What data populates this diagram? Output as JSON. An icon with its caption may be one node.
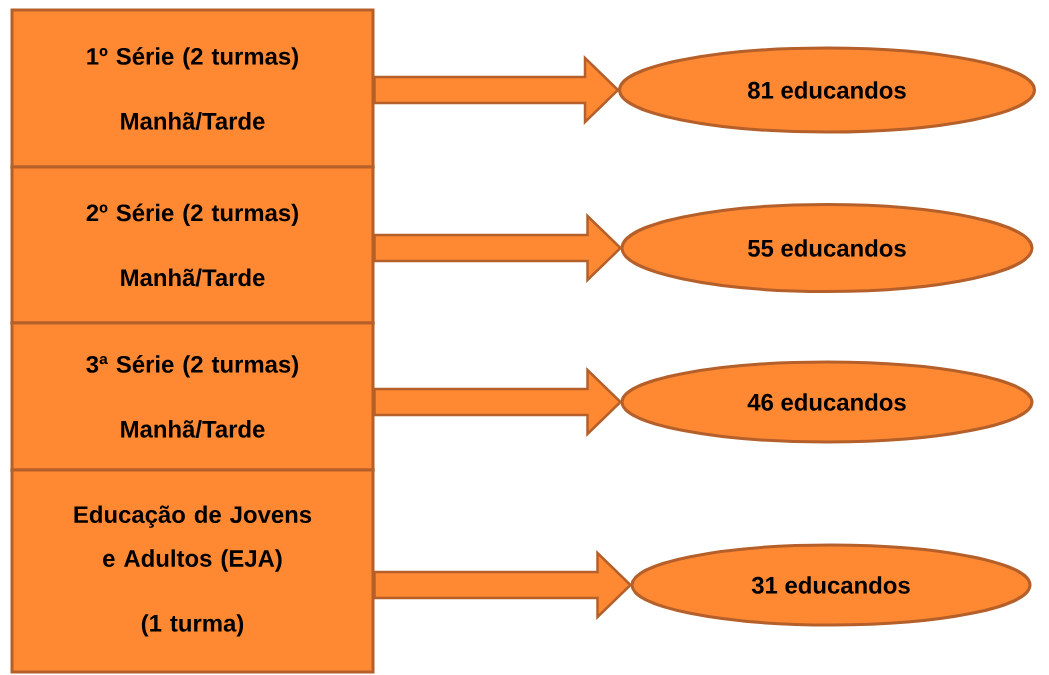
{
  "diagram": {
    "nodes": [
      {
        "text": [
          "1º Série (2 turmas)",
          "Manhã/Tarde"
        ]
      },
      {
        "text": [
          "2º Série (2 turmas)",
          "Manhã/Tarde"
        ]
      },
      {
        "text": [
          "3ª Série (2 turmas)",
          "Manhã/Tarde"
        ]
      },
      {
        "text": [
          "Educação de Jovens e Adultos (EJA)",
          "(1 turma)"
        ]
      },
      {
        "text": [
          "81 educandos"
        ]
      },
      {
        "text": [
          "55 educandos"
        ]
      },
      {
        "text": [
          "46 educandos"
        ]
      },
      {
        "text": [
          "31 educandos"
        ]
      }
    ],
    "edges": [
      {
        "from": 0,
        "to": 4,
        "arrow": "to"
      },
      {
        "from": 1,
        "to": 5,
        "arrow": "to"
      },
      {
        "from": 2,
        "to": 6,
        "arrow": "to"
      },
      {
        "from": 3,
        "to": 7,
        "arrow": "to"
      }
    ]
  }
}
